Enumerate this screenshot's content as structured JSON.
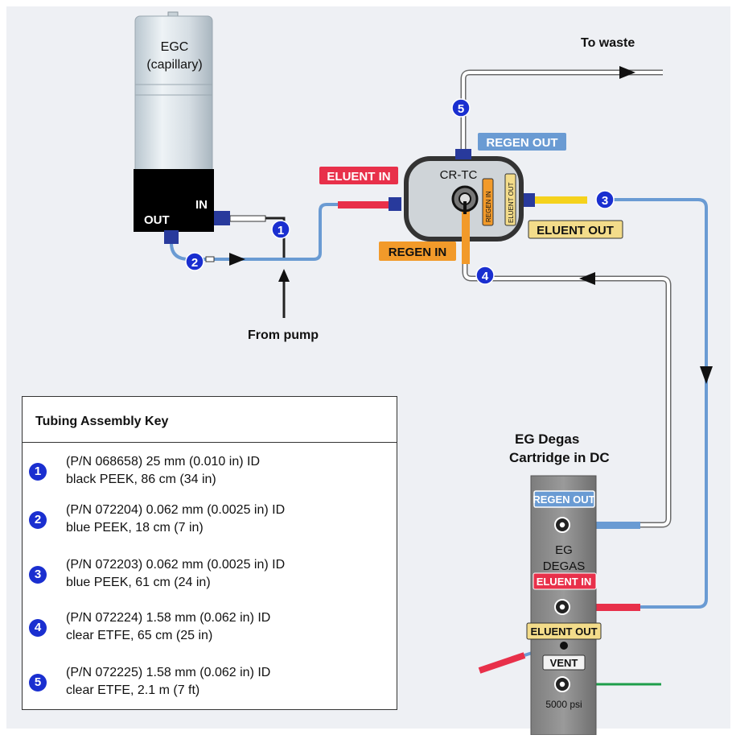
{
  "egc": {
    "name": "EGC",
    "subtitle": "(capillary)",
    "port_out": "OUT",
    "port_in": "IN"
  },
  "labels": {
    "from_pump": "From pump",
    "to_waste": "To waste",
    "eluent_in": "ELUENT IN",
    "eluent_out": "ELUENT OUT",
    "regen_in": "REGEN IN",
    "regen_out": "REGEN OUT"
  },
  "crtc": {
    "name": "CR-TC",
    "regen_in_small": "REGEN IN",
    "eluent_out_small": "ELUENT OUT"
  },
  "degas": {
    "heading_line1": "EG Degas",
    "heading_line2": "Cartridge in DC",
    "name_line1": "EG",
    "name_line2": "DEGAS",
    "regen_out": "REGEN OUT",
    "eluent_in": "ELUENT IN",
    "eluent_out": "ELUENT OUT",
    "vent": "VENT",
    "pressure": "5000 psi"
  },
  "markers": [
    "1",
    "2",
    "3",
    "4",
    "5"
  ],
  "key": {
    "title": "Tubing Assembly Key",
    "items": [
      {
        "num": "1",
        "line1": "(P/N 068658) 25 mm (0.010 in) ID",
        "line2": "black PEEK, 86 cm (34 in)"
      },
      {
        "num": "2",
        "line1": "(P/N 072204) 0.062 mm (0.0025 in) ID",
        "line2": "blue PEEK, 18 cm (7 in)"
      },
      {
        "num": "3",
        "line1": "(P/N 072203) 0.062 mm (0.0025 in) ID",
        "line2": "blue PEEK, 61 cm (24 in)"
      },
      {
        "num": "4",
        "line1": "(P/N 072224) 1.58 mm (0.062 in) ID",
        "line2": "clear ETFE, 65 cm (25 in)"
      },
      {
        "num": "5",
        "line1": "(P/N 072225) 1.58 mm (0.062 in) ID",
        "line2": "clear ETFE, 2.1 m (7 ft)"
      }
    ]
  },
  "colors": {
    "background": "#eef0f4",
    "blue_tube": "#6a9bd3",
    "red_tube": "#e8304a",
    "yellow_tube": "#f5d21c",
    "orange_tube": "#f29a2a",
    "green_tube": "#1e9e4a",
    "marker": "#1a2fd0",
    "fitting": "#283a9c",
    "regen_out_tag": "#6a9bd3",
    "eluent_in_tag": "#e8304a",
    "eluent_out_tag": "#f3dc8a",
    "regen_in_tag": "#f29a2a"
  }
}
